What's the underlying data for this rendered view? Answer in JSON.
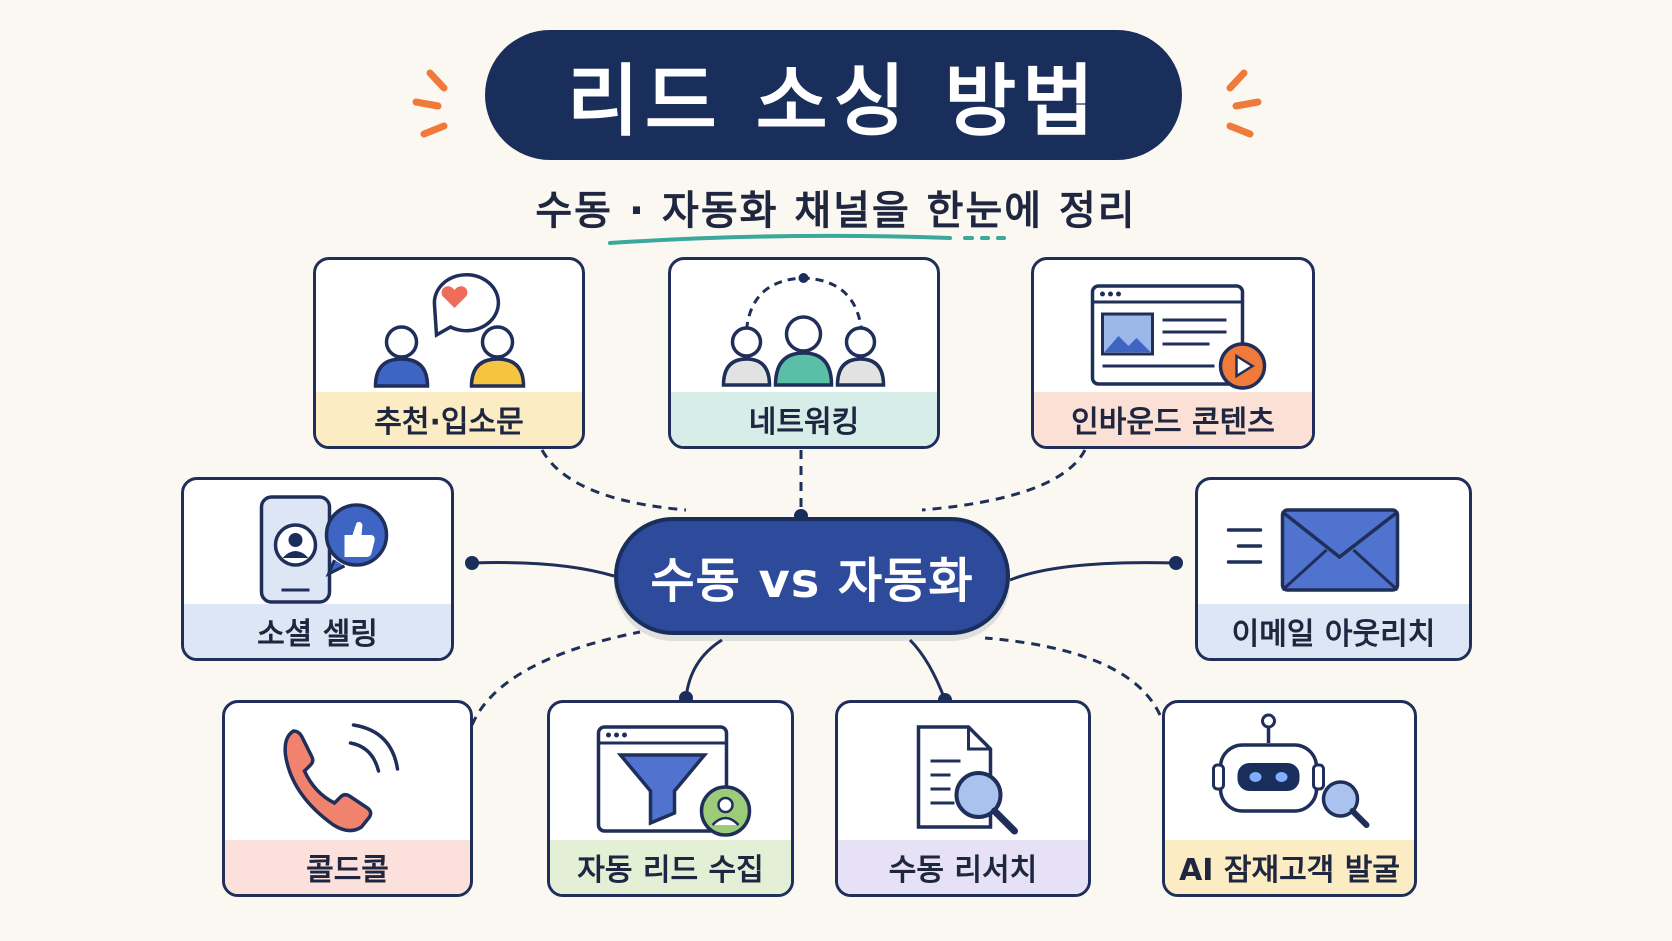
{
  "title": "리드 소싱 방법",
  "subtitle": "수동 · 자동화 채널을 한눈에 정리",
  "center": "수동 vs 자동화",
  "colors": {
    "navy": "#1a2e5c",
    "accent_orange": "#f07a3a",
    "accent_teal": "#3aa89a"
  },
  "cards": [
    {
      "label": "추천·입소문",
      "icon": "referral-chat-heart-icon",
      "color": "#fbecc3"
    },
    {
      "label": "네트워킹",
      "icon": "network-people-icon",
      "color": "#d7eee8"
    },
    {
      "label": "인바운드 콘텐츠",
      "icon": "web-content-video-icon",
      "color": "#fbe0d6"
    },
    {
      "label": "소셜 셀링",
      "icon": "phone-like-icon",
      "color": "#dde6f4"
    },
    {
      "label": "이메일 아웃리치",
      "icon": "email-envelope-icon",
      "color": "#dde6f4"
    },
    {
      "label": "콜드콜",
      "icon": "phone-call-icon",
      "color": "#fbe0dc"
    },
    {
      "label": "자동 리드 수집",
      "icon": "funnel-browser-icon",
      "color": "#e3f0d6"
    },
    {
      "label": "수동 리서치",
      "icon": "document-search-icon",
      "color": "#e6e1f4"
    },
    {
      "label": "AI 잠재고객 발굴",
      "icon": "robot-search-icon",
      "color": "#fbecc3"
    }
  ]
}
